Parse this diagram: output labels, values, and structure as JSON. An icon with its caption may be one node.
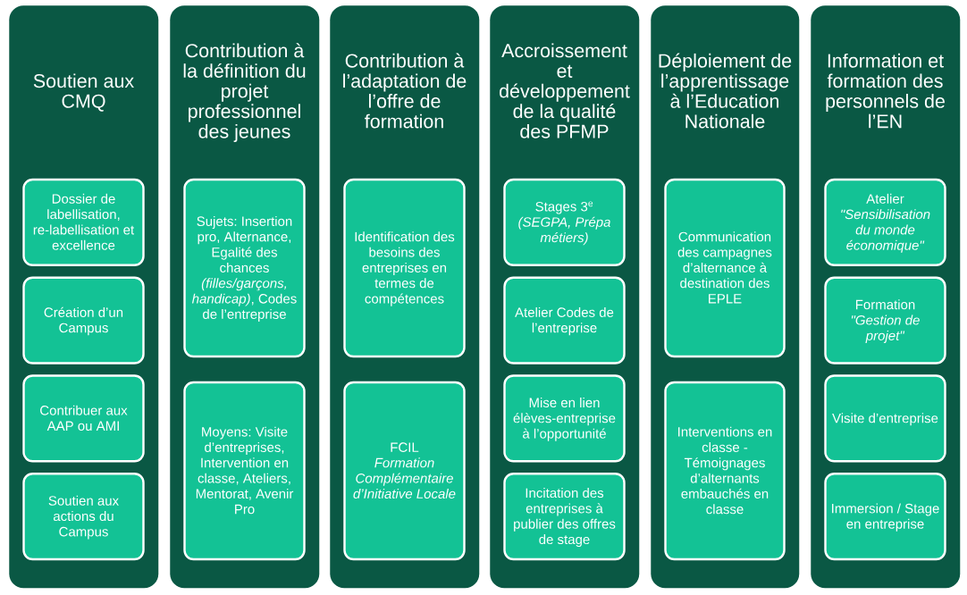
{
  "diagram": {
    "nodes": [
      {
        "text": [
          "Soutien aux CMQ"
        ]
      },
      {
        "text": [
          "Dossier de labellisation, re-labellisation et excellence"
        ],
        "in": 0
      },
      {
        "text": [
          "Création d’un Campus"
        ],
        "in": 0
      },
      {
        "text": [
          "Contribuer aux AAP ou AMI"
        ],
        "in": 0
      },
      {
        "text": [
          "Soutien aux actions du Campus"
        ],
        "in": 0
      },
      {
        "text": [
          "Contribution à la définition du projet professionnel des jeunes"
        ]
      },
      {
        "text": [
          "Sujets: Insertion pro, Alternance, Egalité des chances *(filles/garçons, handicap)*, Codes de l’entreprise"
        ],
        "in": 5
      },
      {
        "text": [
          "Moyens: Visite d’entreprises, Intervention en classe, Ateliers, Mentorat, Avenir Pro"
        ],
        "in": 5
      },
      {
        "text": [
          "Contribution à l’adaptation de l’offre de formation"
        ]
      },
      {
        "text": [
          "Identification des besoins des entreprises en termes de compétences"
        ],
        "in": 8
      },
      {
        "text": [
          "FCIL *Formation Complémentaire d’Initiative Locale*"
        ],
        "in": 8
      },
      {
        "text": [
          "Accroissement et développement de la qualité des PFMP"
        ]
      },
      {
        "text": [
          "Stages 3$^{e}$ *(SEGPA, Prépa métiers)*"
        ],
        "in": 11
      },
      {
        "text": [
          "Atelier Codes de l’entreprise"
        ],
        "in": 11
      },
      {
        "text": [
          "Mise en lien élèves-entreprise à l’opportunité"
        ],
        "in": 11
      },
      {
        "text": [
          "Incitation des entreprises à publier des offres de stage"
        ],
        "in": 11
      },
      {
        "text": [
          "Déploiement de l’apprentissage à l’Education Nationale"
        ]
      },
      {
        "text": [
          "Communication des campagnes d’alternance à destination des EPLE"
        ],
        "in": 16
      },
      {
        "text": [
          "Interventions en classe - Témoignages d’alternants embauchés en classe"
        ],
        "in": 16
      },
      {
        "text": [
          "Information et formation des personnels de l’EN"
        ]
      },
      {
        "text": [
          "Atelier *\"Sensibilisation du monde économique\"*"
        ],
        "in": 19
      },
      {
        "text": [
          "Formation *\"Gestion de projet\"*"
        ],
        "in": 19
      },
      {
        "text": [
          "Visite d’entreprise"
        ],
        "in": 19
      },
      {
        "text": [
          "Immersion / Stage en entreprise"
        ],
        "in": 19
      }
    ]
  }
}
